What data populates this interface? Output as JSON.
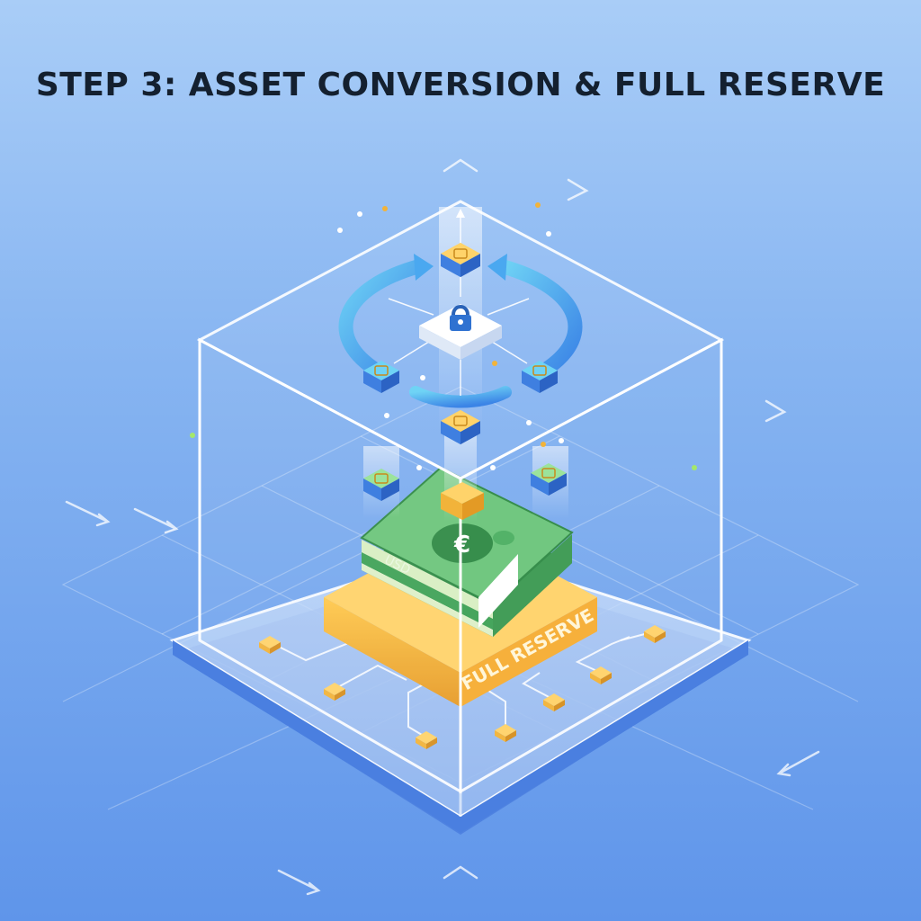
{
  "title": "STEP 3: ASSET CONVERSION & FULL RESERVE",
  "labels": {
    "reserve": "FULL RESERVE",
    "bill_currency": "USD",
    "euro_symbol": "€"
  },
  "icons": [
    "lock-icon",
    "euro-coin-icon",
    "cycle-arrow-icon",
    "circuit-node-icon"
  ],
  "colors": {
    "background_top": "#a9cdf7",
    "background_bottom": "#5f95ea",
    "cycle_arrow": "#4aa8f0",
    "reserve_gold": "#f2b33a",
    "cash_green": "#55b86b",
    "title_text": "#14202f"
  }
}
